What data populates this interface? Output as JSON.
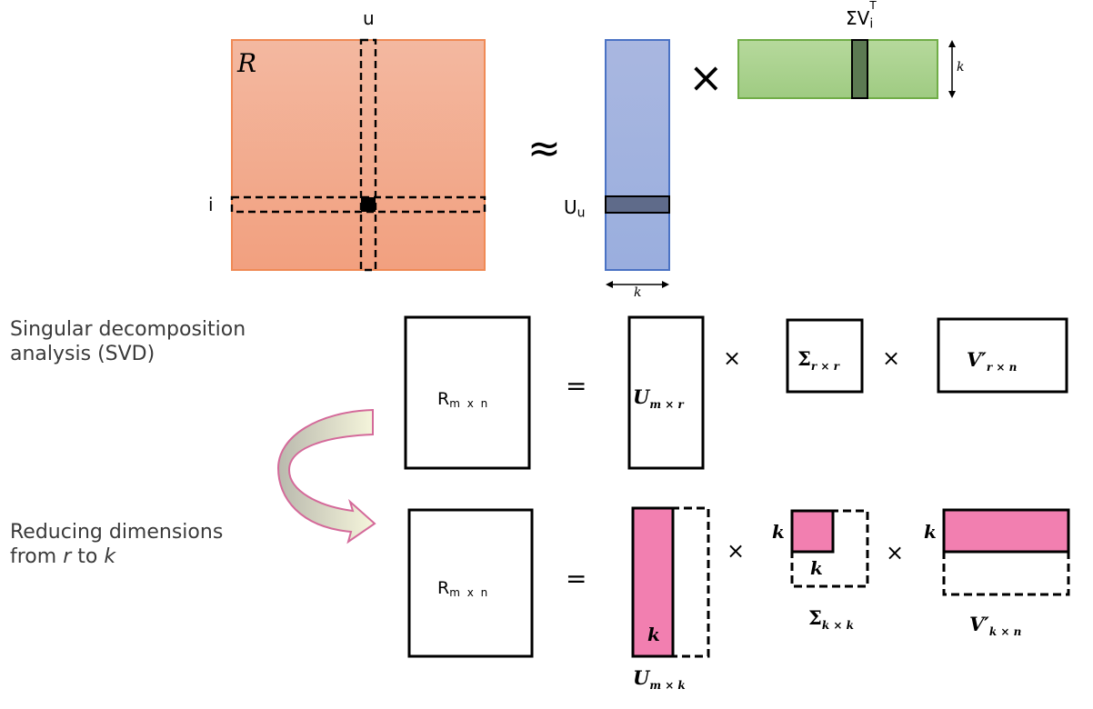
{
  "top": {
    "r_letter": "R",
    "u_label": "u",
    "i_label": "i",
    "approx": "≈",
    "times": "×",
    "uu_base": "U",
    "uu_sub": "u",
    "sigma_v_base": "ΣV",
    "sigma_v_sub": "i",
    "sigma_v_sup": "T",
    "k_right": "k",
    "k_bottom": "k",
    "colors": {
      "r_matrix": "#f4a98a",
      "u_matrix": "#a3b3de",
      "v_matrix": "#a9d18e"
    }
  },
  "svd": {
    "heading_line1": "Singular decomposition",
    "heading_line2": "analysis (SVD)",
    "r_base": "R",
    "r_sub": "m x n",
    "equals": "=",
    "u_base": "U",
    "u_sub": "m × r",
    "times1": "×",
    "sigma_base": "Σ",
    "sigma_sub": "r × r",
    "times2": "×",
    "v_base": "V′",
    "v_sub": "r × n"
  },
  "reduced": {
    "heading_line1": "Reducing dimensions",
    "heading_line2_pre": "from ",
    "heading_r": "r",
    "heading_to": " to ",
    "heading_k": "k",
    "r_base": "R",
    "r_sub": "m x n",
    "equals": "=",
    "u_k": "k",
    "u_base": "U",
    "u_sub": "m × k",
    "times1": "×",
    "sigma_k_left": "k",
    "sigma_k_bottom": "k",
    "sigma_base": "Σ",
    "sigma_sub": "k × k",
    "times2": "×",
    "v_k_left": "k",
    "v_base": "V′",
    "v_sub": "k × n",
    "colors": {
      "pink": "#f27fb0"
    }
  }
}
